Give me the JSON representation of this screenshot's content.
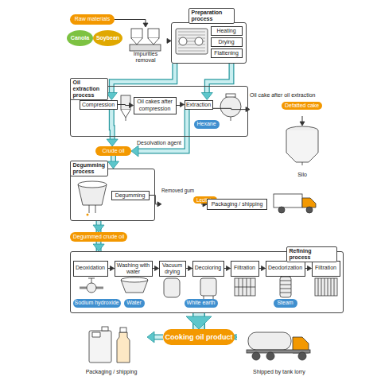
{
  "diagram": {
    "nodes": [
      {
        "text": [
          "Raw materials"
        ]
      },
      {
        "text": [
          "Canola"
        ]
      },
      {
        "text": [
          "Soybean"
        ]
      },
      {
        "text": [
          "Impurities removal"
        ]
      },
      {
        "text": [
          "Preparation process"
        ]
      },
      {
        "text": [
          "Heating"
        ],
        "in": 4
      },
      {
        "text": [
          "Drying"
        ],
        "in": 4
      },
      {
        "text": [
          "Flattening"
        ],
        "in": 4
      },
      {
        "text": [
          "Oil extraction process"
        ]
      },
      {
        "text": [
          "Compression"
        ],
        "in": 8
      },
      {
        "text": [
          "Oil cakes after compression"
        ],
        "in": 8
      },
      {
        "text": [
          "Extraction"
        ],
        "in": 8
      },
      {
        "text": [
          "Hexane"
        ],
        "in": 8
      },
      {
        "text": [
          "Oil cake after oil extraction",
          "Defatted cake"
        ]
      },
      {
        "text": [
          "Silo"
        ]
      },
      {
        "text": [
          "Crude oil"
        ]
      },
      {
        "text": [
          "Degumming process"
        ]
      },
      {
        "text": [
          "Degumming"
        ],
        "in": 16
      },
      {
        "text": [
          "Removed gum",
          "Lecithin"
        ]
      },
      {
        "text": [
          "Packaging / shipping"
        ]
      },
      {
        "text": [
          "Degummed crude oil"
        ]
      },
      {
        "text": [
          "Refining process"
        ]
      },
      {
        "text": [
          "Deoxidation"
        ],
        "in": 21
      },
      {
        "text": [
          "Washing with water"
        ],
        "in": 21
      },
      {
        "text": [
          "Vacuum drying"
        ],
        "in": 21
      },
      {
        "text": [
          "Decoloring"
        ],
        "in": 21
      },
      {
        "text": [
          "Filtration"
        ],
        "in": 21
      },
      {
        "text": [
          "Deodorization"
        ],
        "in": 21
      },
      {
        "text": [
          "Filtration"
        ],
        "in": 21
      },
      {
        "text": [
          "Sodium hydroxide"
        ],
        "in": 21
      },
      {
        "text": [
          "Water"
        ],
        "in": 21
      },
      {
        "text": [
          "White earth"
        ],
        "in": 21
      },
      {
        "text": [
          "Steam"
        ],
        "in": 21
      },
      {
        "text": [
          "Cooking oil product"
        ]
      },
      {
        "text": [
          "Packaging / shipping"
        ]
      },
      {
        "text": [
          "Shipped by tank lorry"
        ]
      }
    ],
    "edges": [
      {
        "from": 0,
        "to": 3,
        "arrow": "to"
      },
      {
        "from": 3,
        "to": 4,
        "arrow": "to"
      },
      {
        "from": 4,
        "to": 9,
        "arrow": "to"
      },
      {
        "from": 4,
        "to": 11,
        "arrow": "to"
      },
      {
        "from": 9,
        "to": 10,
        "arrow": "to"
      },
      {
        "from": 10,
        "to": 11,
        "arrow": "to"
      },
      {
        "from": 11,
        "to": 13,
        "arrow": "to"
      },
      {
        "from": 13,
        "to": 14,
        "arrow": "to"
      },
      {
        "from": 9,
        "to": 15,
        "arrow": "to"
      },
      {
        "from": 11,
        "to": 15,
        "arrow": "to"
      },
      {
        "from": 15,
        "to": 16,
        "arrow": "to"
      },
      {
        "from": 17,
        "to": 18,
        "arrow": "to"
      },
      {
        "from": 18,
        "to": 19,
        "arrow": "to"
      },
      {
        "from": 16,
        "to": 20,
        "arrow": "to"
      },
      {
        "from": 20,
        "to": 21,
        "arrow": "to"
      },
      {
        "from": 22,
        "to": 23,
        "arrow": "to"
      },
      {
        "from": 23,
        "to": 24,
        "arrow": "to"
      },
      {
        "from": 24,
        "to": 25,
        "arrow": "to"
      },
      {
        "from": 25,
        "to": 26,
        "arrow": "to"
      },
      {
        "from": 26,
        "to": 27,
        "arrow": "to"
      },
      {
        "from": 27,
        "to": 28,
        "arrow": "to"
      },
      {
        "from": 21,
        "to": 33,
        "arrow": "to"
      },
      {
        "from": 33,
        "to": 34,
        "arrow": "to"
      },
      {
        "from": 33,
        "to": 35,
        "arrow": "to"
      }
    ],
    "labels": [
      "Desolvation agent"
    ]
  }
}
